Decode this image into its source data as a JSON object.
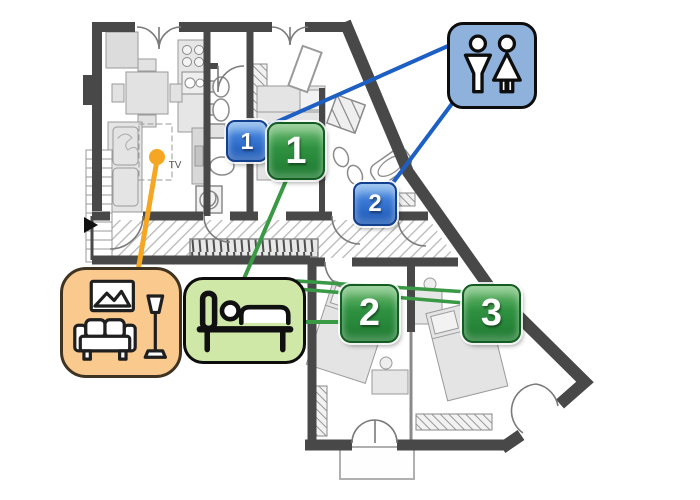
{
  "floorplan": {
    "tv_label": "TV"
  },
  "badges": {
    "bathrooms": [
      {
        "label": "1"
      },
      {
        "label": "2"
      }
    ],
    "bedrooms": [
      {
        "label": "1"
      },
      {
        "label": "2"
      },
      {
        "label": "3"
      }
    ]
  },
  "legend": {
    "restroom_icon": "man-woman-restroom",
    "living_room_icon": "picture-sofa-lamp",
    "bed_icon": "bed-with-person"
  },
  "colors": {
    "bathroom_accent": "#1e5fc4",
    "bedroom_accent": "#2e9140",
    "living_accent": "#f5a623",
    "wall": "#4a4a4a",
    "wc_box_bg": "#8fb2dc",
    "living_box_bg": "#f9c98e",
    "bed_box_bg": "#cfe7a7"
  }
}
